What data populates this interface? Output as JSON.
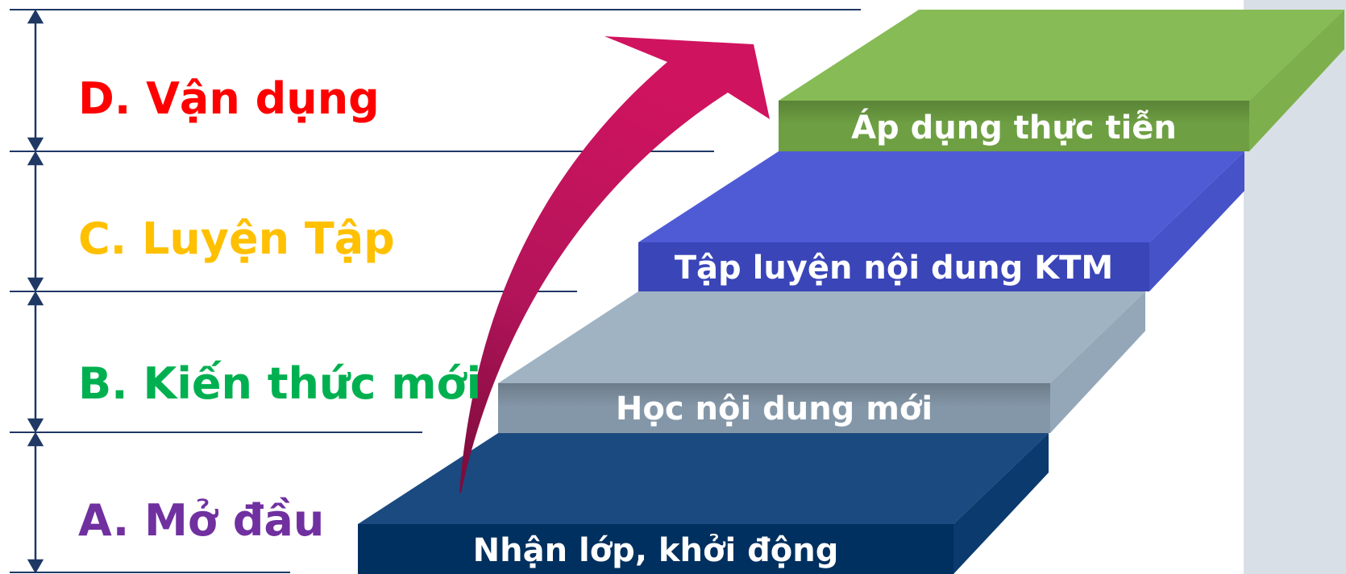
{
  "levels": [
    {
      "label": "D. Vận dụng",
      "color": "#ff0000"
    },
    {
      "label": "C. Luyện Tập",
      "color": "#ffc000"
    },
    {
      "label": "B. Kiến thức mới",
      "color": "#00b050"
    },
    {
      "label": "A. Mở đầu",
      "color": "#7030a0"
    }
  ],
  "steps": [
    {
      "label": "Nhận lớp, khởi động",
      "top": "#1a4a80",
      "front": "#00305f",
      "side": "#0a3a6e"
    },
    {
      "label": "Học nội dung mới",
      "top": "#9fb3c3",
      "front": "#8497a8",
      "side": "#93a7b8"
    },
    {
      "label": "Tập luyện nội dung KTM",
      "top": "#4f5bd5",
      "front": "#3a45b8",
      "side": "#4652c8"
    },
    {
      "label": "Áp dụng thực tiễn",
      "top": "#86bb55",
      "front": "#6ea043",
      "side": "#7db04c"
    }
  ],
  "colors": {
    "guide": "#1f3864",
    "arrow": "#d0135f",
    "panel": "#d9dfe6"
  }
}
